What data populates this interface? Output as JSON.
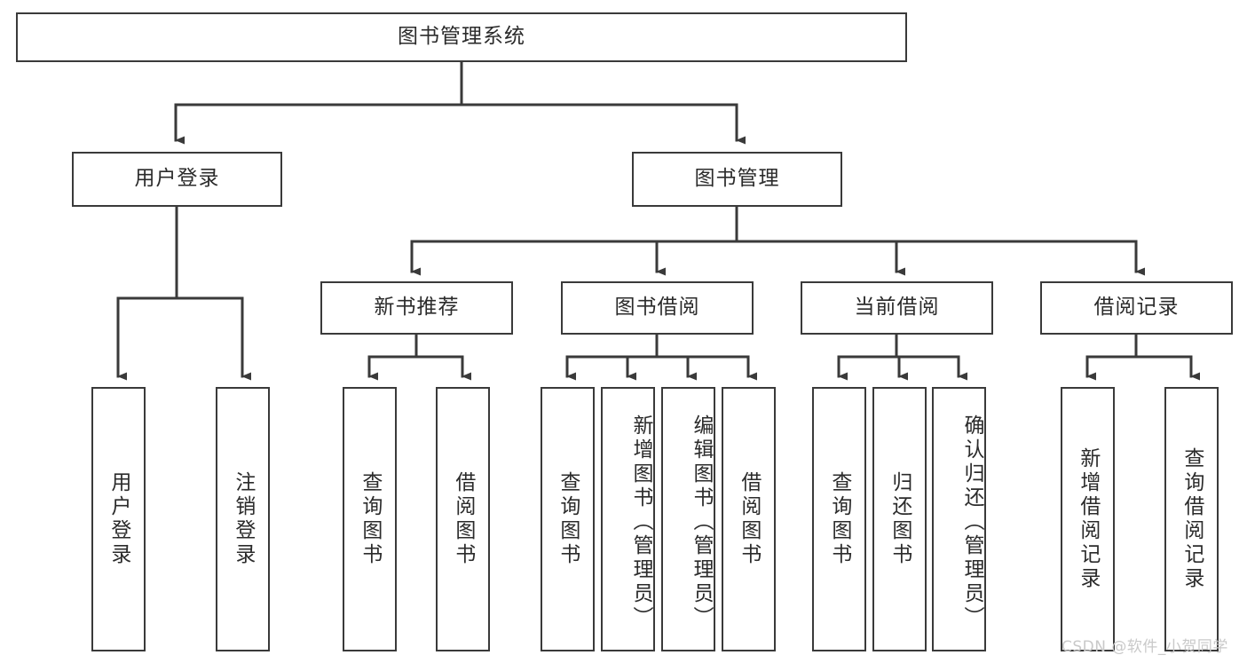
{
  "diagram": {
    "title": "图书管理系统",
    "type": "tree-hierarchy",
    "root": {
      "id": "root",
      "label": "图书管理系统"
    },
    "level1": [
      {
        "id": "user-login",
        "label": "用户登录"
      },
      {
        "id": "book-manage",
        "label": "图书管理"
      }
    ],
    "level2": [
      {
        "id": "new-book-recommend",
        "label": "新书推荐",
        "parent": "book-manage"
      },
      {
        "id": "book-borrow",
        "label": "图书借阅",
        "parent": "book-manage"
      },
      {
        "id": "current-borrow",
        "label": "当前借阅",
        "parent": "book-manage"
      },
      {
        "id": "borrow-record",
        "label": "借阅记录",
        "parent": "book-manage"
      }
    ],
    "leaves": [
      {
        "id": "leaf-user-login",
        "label": "用户登录",
        "parent": "user-login"
      },
      {
        "id": "leaf-user-logout",
        "label": "注销登录",
        "parent": "user-login"
      },
      {
        "id": "leaf-query-book-1",
        "label": "查询图书",
        "parent": "new-book-recommend"
      },
      {
        "id": "leaf-borrow-book-1",
        "label": "借阅图书",
        "parent": "new-book-recommend"
      },
      {
        "id": "leaf-query-book-2",
        "label": "查询图书",
        "parent": "book-borrow"
      },
      {
        "id": "leaf-add-book",
        "label": "新增图书（管理员）",
        "parent": "book-borrow"
      },
      {
        "id": "leaf-edit-book",
        "label": "编辑图书（管理员）",
        "parent": "book-borrow"
      },
      {
        "id": "leaf-borrow-book-2",
        "label": "借阅图书",
        "parent": "book-borrow"
      },
      {
        "id": "leaf-query-book-3",
        "label": "查询图书",
        "parent": "current-borrow"
      },
      {
        "id": "leaf-return-book",
        "label": "归还图书",
        "parent": "current-borrow"
      },
      {
        "id": "leaf-confirm-return",
        "label": "确认归还（管理员）",
        "parent": "current-borrow"
      },
      {
        "id": "leaf-add-record",
        "label": "新增借阅记录",
        "parent": "borrow-record"
      },
      {
        "id": "leaf-query-record",
        "label": "查询借阅记录",
        "parent": "borrow-record"
      }
    ],
    "watermark": "CSDN @软件_小贺同学",
    "colors": {
      "stroke": "#3a3a3a",
      "text": "#2b2b2b",
      "background": "#ffffff",
      "watermark": "#c9c9c9"
    }
  }
}
